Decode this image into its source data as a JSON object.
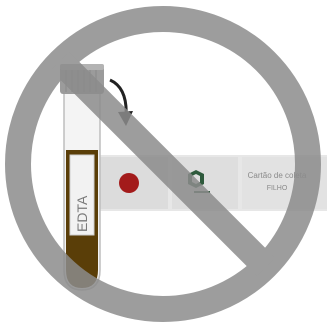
{
  "tube": {
    "label": "EDTA"
  },
  "card": {
    "title": "Cartão de coleta",
    "subtitle": "FILHO"
  },
  "colors": {
    "prohibition": "#8c8c8c",
    "blood": "#5a3e08",
    "dot": "#a31b1b",
    "card": "#e7e7e7",
    "logo": "#2e5a3c"
  },
  "icons": [
    "prohibition-icon",
    "arrow-icon",
    "lab-logo-icon"
  ]
}
